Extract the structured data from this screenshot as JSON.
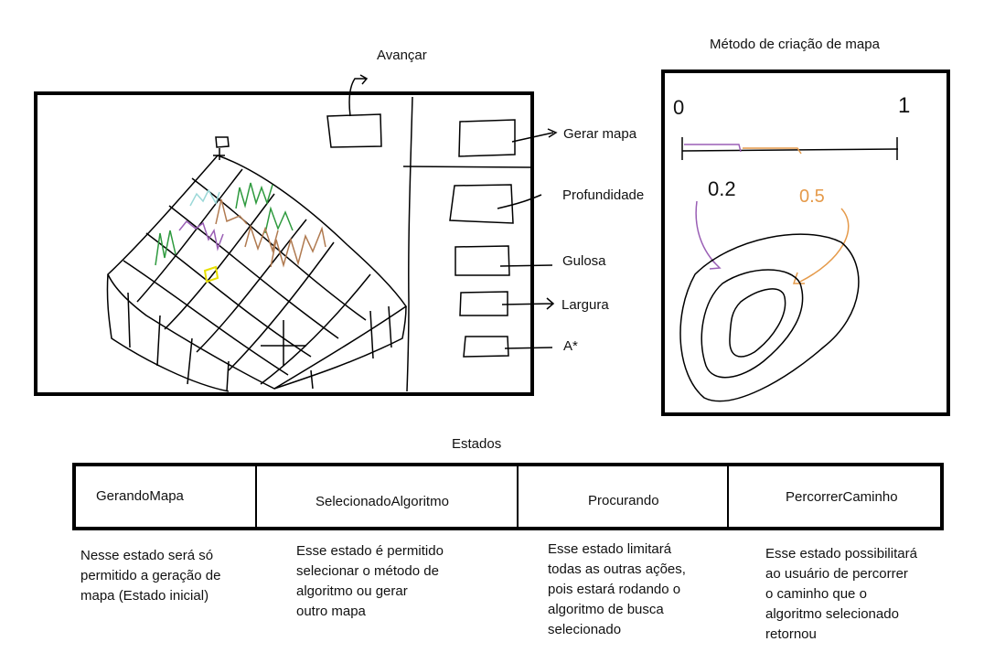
{
  "main_panel": {
    "advance_label": "Avançar",
    "buttons": [
      {
        "label": "Gerar mapa"
      },
      {
        "label": "Profundidade"
      },
      {
        "label": "Gulosa"
      },
      {
        "label": "Largura"
      },
      {
        "label": "A*"
      }
    ]
  },
  "map_method": {
    "title": "Método de criação de mapa",
    "slider_min": "0",
    "slider_max": "1",
    "value_a": "0.2",
    "value_b": "0.5"
  },
  "states": {
    "title": "Estados",
    "items": [
      {
        "name": "GerandoMapa",
        "description": "Nesse estado será só\npermitido a geração de\nmapa (Estado inicial)"
      },
      {
        "name": "SelecionadoAlgoritmo",
        "description": "Esse estado é permitido\nselecionar o método de\nalgoritmo ou gerar\noutro mapa"
      },
      {
        "name": "Procurando",
        "description": "Esse estado limitará\ntodas as outras ações,\npois estará rodando o\nalgoritmo de busca\nselecionado"
      },
      {
        "name": "PercorrerCaminho",
        "description": "Esse estado possibilitará\nao usuário de percorrer\no caminho que o\nalgoritmo selecionado\nretornou"
      }
    ]
  },
  "colors": {
    "ink": "#000000",
    "cyan_stroke": "#9bd8d8",
    "green_stroke": "#2e9a3e",
    "brown_stroke": "#b07a50",
    "purple_stroke": "#9a5fb5",
    "yellow_stroke": "#e8e000",
    "orange_stroke": "#e59a4a"
  }
}
